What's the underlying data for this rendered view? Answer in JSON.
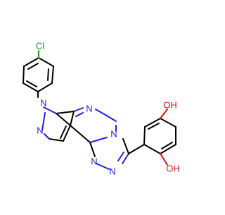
{
  "molecule": {
    "atoms": {
      "cl": "Cl",
      "n_pyrazole_1": "N",
      "n_pyrazole_2": "N",
      "n_pyrimidine": "N",
      "n_triazole_bridge": "N",
      "n_triazole_a": "N",
      "n_triazole_b": "N",
      "oh_top": "OH",
      "oh_bottom": "OH"
    },
    "colors": {
      "carbon": "#000000",
      "nitrogen": "#1f1fe0",
      "oxygen": "#e01010",
      "chlorine": "#1aa01a"
    }
  }
}
